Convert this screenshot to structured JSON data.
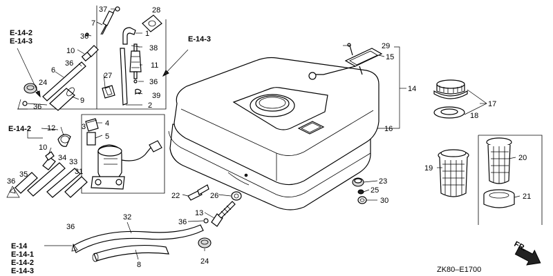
{
  "diagram_code": "ZK80–E1700",
  "front_marker": "FR.",
  "refs": {
    "top_left_a": "E-14-2",
    "top_left_b": "E-14-3",
    "top_mid": "E-14-3",
    "mid_left": "E-14-2",
    "bottom_a": "E-14",
    "bottom_b": "E-14-1",
    "bottom_c": "E-14-2",
    "bottom_d": "E-14-3"
  },
  "callouts": {
    "c1": "1",
    "c2": "2",
    "c3": "3",
    "c4": "4",
    "c5": "5",
    "c6": "6",
    "c7": "7",
    "c8": "8",
    "c9": "9",
    "c10a": "10",
    "c10b": "10",
    "c11": "11",
    "c12": "12",
    "c13": "13",
    "c14": "14",
    "c15": "15",
    "c16": "16",
    "c17": "17",
    "c18": "18",
    "c19": "19",
    "c20": "20",
    "c21": "21",
    "c22": "22",
    "c23": "23",
    "c24": "24",
    "c24b": "24",
    "c25": "25",
    "c26": "26",
    "c27": "27",
    "c28": "28",
    "c29": "29",
    "c30": "30",
    "c31": "31",
    "c32": "32",
    "c33": "33",
    "c34": "34",
    "c35": "35",
    "c36a": "36",
    "c36b": "36",
    "c36c": "36",
    "c36d": "36",
    "c36e": "36",
    "c36f": "36",
    "c37": "37",
    "c38": "38",
    "c39": "39"
  }
}
